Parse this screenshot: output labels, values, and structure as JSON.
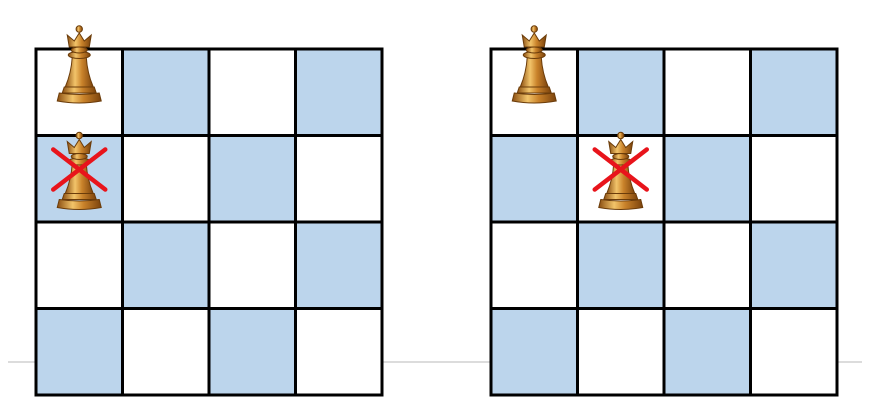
{
  "colors": {
    "background": "#ffffff",
    "light_square": "#ffffff",
    "dark_square": "#bcd5ec",
    "grid_line": "#000000",
    "baseline": "#c8c8c8",
    "queen_body": "#b9741e",
    "queen_highlight": "#f2c46a",
    "queen_outline": "#6b3c0a",
    "cross": "#e8141b"
  },
  "boards": [
    {
      "id": "board-left",
      "rows": 4,
      "cols": 4,
      "dark_on_even_sum": false,
      "pieces": [
        {
          "type": "queen",
          "row": 0,
          "col": 0,
          "crossed": false
        },
        {
          "type": "queen",
          "row": 1,
          "col": 0,
          "crossed": true
        }
      ]
    },
    {
      "id": "board-right",
      "rows": 4,
      "cols": 4,
      "dark_on_even_sum": false,
      "pieces": [
        {
          "type": "queen",
          "row": 0,
          "col": 0,
          "crossed": false
        },
        {
          "type": "queen",
          "row": 1,
          "col": 1,
          "crossed": true
        }
      ]
    }
  ]
}
